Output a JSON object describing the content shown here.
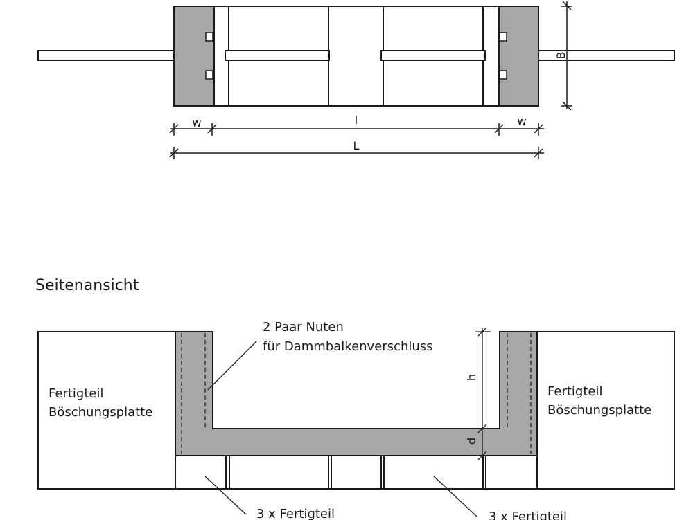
{
  "plan_view": {
    "dimensions": {
      "w_left": "w",
      "l": "l",
      "w_right": "w",
      "L": "L",
      "B": "B"
    }
  },
  "side_view": {
    "heading": "Seitenansicht",
    "left_panel": {
      "line1": "Fertigteil",
      "line2": "Böschungsplatte"
    },
    "right_panel": {
      "line1": "Fertigteil",
      "line2": "Böschungsplatte"
    },
    "grooves": {
      "line1": "2 Paar Nuten",
      "line2": "für Dammbalkenverschluss"
    },
    "dimensions": {
      "h": "h",
      "d": "d"
    },
    "callout_left": "3 x Fertigteil",
    "callout_right": "3 x Fertigteil"
  }
}
